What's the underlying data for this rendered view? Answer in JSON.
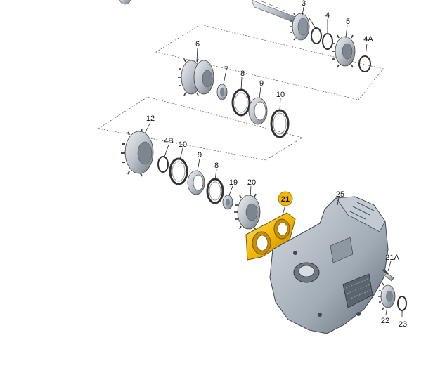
{
  "callouts": {
    "c3": "3",
    "c4": "4",
    "c5": "5",
    "c4A": "4A",
    "c6": "6",
    "c7": "7",
    "c8a": "8",
    "c9a": "9",
    "c10a": "10",
    "c12": "12",
    "c4B": "4B",
    "c10b": "10",
    "c9b": "9",
    "c8b": "8",
    "c19": "19",
    "c20": "20",
    "c21": "21",
    "c25": "25",
    "c21A": "21A",
    "c22": "22",
    "c23": "23"
  },
  "highlight": {
    "part": "21",
    "color": "#f2b705"
  },
  "colors": {
    "metal": "#c9ced4",
    "metal_dark": "#7d858e",
    "housing": "#aab4bd",
    "housing_dark": "#5b6570",
    "gasket": "#f2b705"
  }
}
